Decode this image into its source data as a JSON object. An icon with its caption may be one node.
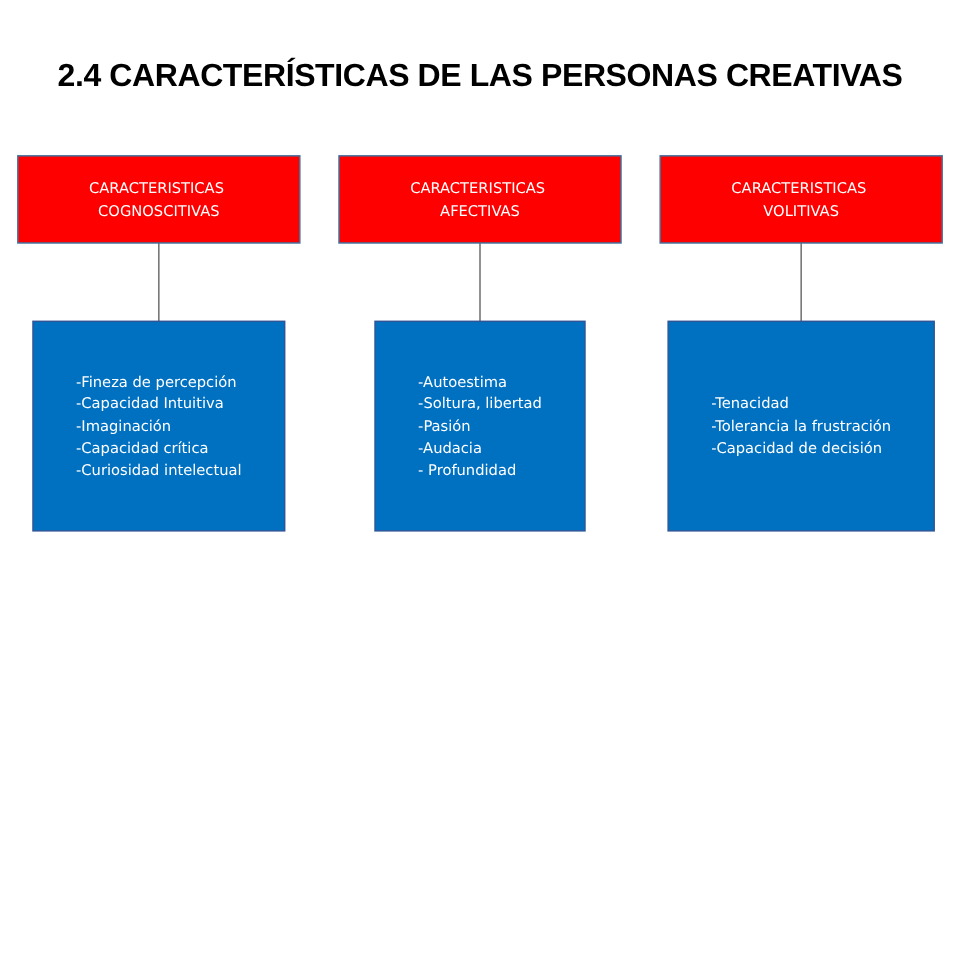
{
  "diagram": {
    "title": "2.4 CARACTERÍSTICAS DE LAS PERSONAS CREATIVAS",
    "nodes": [
      {
        "text": [
          "CARACTERISTICAS COGNOSCITIVAS"
        ]
      },
      {
        "text": [
          "CARACTERISTICAS AFECTIVAS"
        ]
      },
      {
        "text": [
          "CARACTERISTICAS VOLITIVAS"
        ]
      },
      {
        "text": [
          "-Fineza de percepción",
          "-Capacidad Intuitiva",
          "-Imaginación",
          "-Capacidad crítica",
          "-Curiosidad intelectual"
        ]
      },
      {
        "text": [
          "-Autoestima",
          "-Soltura, libertad",
          "-Pasión",
          "-Audacia",
          "- Profundidad"
        ]
      },
      {
        "text": [
          "-Tenacidad",
          "-Tolerancia la frustración",
          "-Capacidad de decisión"
        ]
      }
    ],
    "edges": [
      {
        "from": 0,
        "to": 3,
        "arrow": "none"
      },
      {
        "from": 1,
        "to": 4,
        "arrow": "none"
      },
      {
        "from": 2,
        "to": 5,
        "arrow": "none"
      }
    ]
  }
}
